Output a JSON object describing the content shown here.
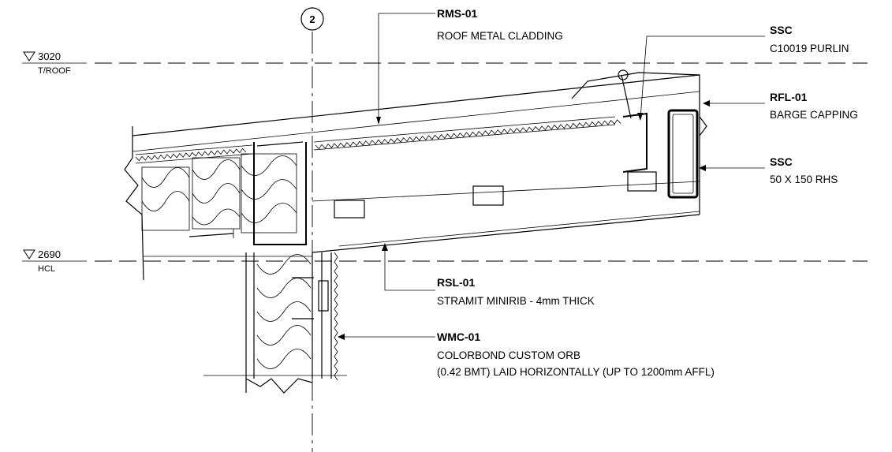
{
  "grid": {
    "label": "2"
  },
  "levels": [
    {
      "value": "3020",
      "sub": "T/ROOF"
    },
    {
      "value": "2690",
      "sub": "HCL"
    }
  ],
  "callouts": [
    {
      "code": "RMS-01",
      "lines": [
        "ROOF METAL CLADDING"
      ]
    },
    {
      "code": "SSC",
      "lines": [
        "C10019 PURLIN"
      ]
    },
    {
      "code": "RFL-01",
      "lines": [
        "BARGE CAPPING"
      ]
    },
    {
      "code": "SSC",
      "lines": [
        "50 X 150 RHS"
      ]
    },
    {
      "code": "RSL-01",
      "lines": [
        "STRAMIT MINIRIB - 4mm THICK"
      ]
    },
    {
      "code": "WMC-01",
      "lines": [
        "COLORBOND CUSTOM ORB",
        "(0.42 BMT) LAID HORIZONTALLY (UP TO 1200mm AFFL)"
      ]
    }
  ]
}
